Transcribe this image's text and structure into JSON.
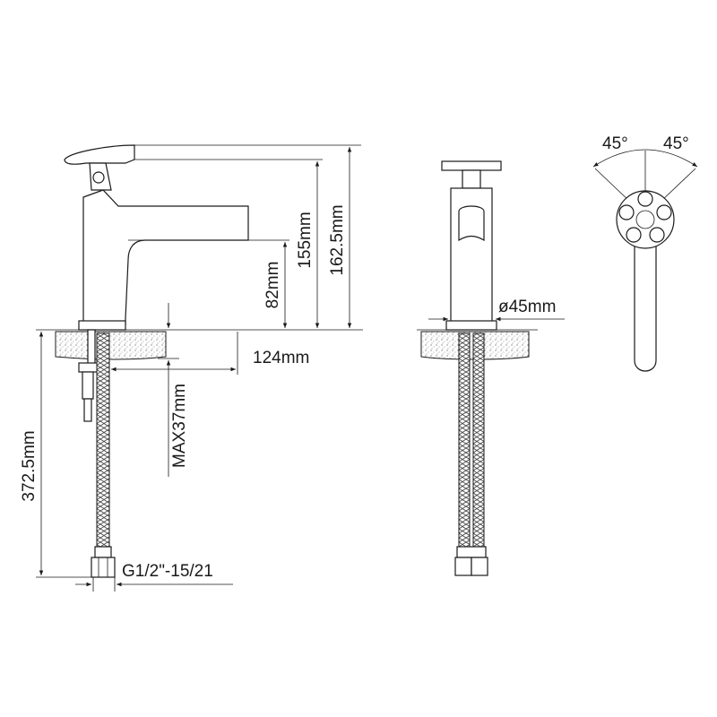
{
  "labels": {
    "dim_82": "82mm",
    "dim_155": "155mm",
    "dim_162_5": "162.5mm",
    "dim_124": "124mm",
    "dim_max37": "MAX37mm",
    "dim_372_5": "372.5mm",
    "thread": "G1/2\"-15/21",
    "diameter": "ø45mm",
    "angle_left": "45°",
    "angle_right": "45°"
  }
}
